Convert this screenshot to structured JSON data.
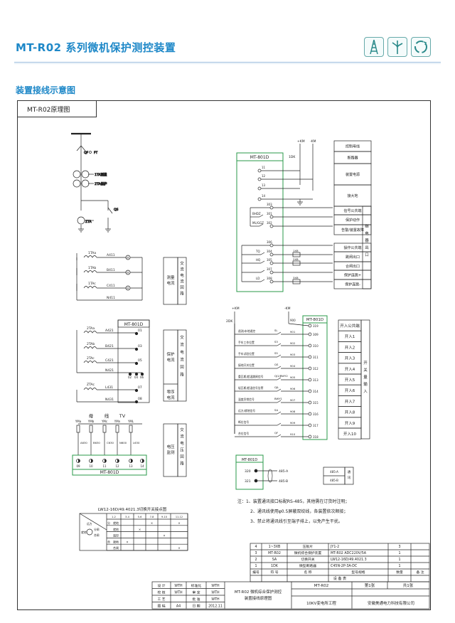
{
  "header": {
    "title": "MT-R02 系列微机保护测控装置",
    "section_title": "装置接线示意图",
    "icons": [
      "tower-icon",
      "wind-turbine-icon",
      "recycle-icon"
    ]
  },
  "diagram": {
    "frame_label": "MT-R02原理图",
    "left_labels": {
      "qf": "QF",
      "ft": "FT",
      "ta_meas": "1TA测量",
      "ta_prot": "2TA保护",
      "qs": "QS",
      "zta": "ZTA"
    },
    "measure_ct": {
      "ta": [
        "1TAa",
        "1TAb",
        "1TAc"
      ],
      "terms": [
        "A411",
        "B411",
        "C411",
        "N411"
      ]
    },
    "measure_box": {
      "left": "测量\n电流",
      "right": "交\n流\n电\n流\n回\n路"
    },
    "prot_ct": {
      "device": "MT-801D",
      "ta": [
        "2TAa",
        "2TAb",
        "2TAc",
        "ZTAc"
      ],
      "terms": [
        "A421",
        "B421",
        "C421",
        "N421",
        "L431",
        "N431"
      ],
      "pins": [
        "01",
        "03",
        "05",
        "02",
        "04",
        "06",
        "07",
        "08"
      ]
    },
    "prot_box": {
      "left1": "保护\n电流",
      "left2": "零序\n电流",
      "right": "交\n流\n电\n流\n回\n路"
    },
    "tv": {
      "title": [
        "母",
        "线",
        "TV"
      ],
      "fuses": [
        "YMa",
        "YMb",
        "YMc",
        "YMn",
        "YML"
      ],
      "terms": [
        "A630",
        "B630",
        "C630",
        "N600",
        "L630"
      ],
      "pins": [
        "09",
        "10",
        "11",
        "12",
        "13",
        "14"
      ],
      "device": "MT-801D"
    },
    "tv_box": {
      "left": "电压\n监测",
      "right": "交\n流\n电\n压\n回\n路"
    },
    "switch_table": {
      "title": "LW12-16D/49.4021.3切换开关接点图",
      "header": [
        "触点号",
        "1-2",
        "3-4",
        "5-6",
        "7-8",
        "9-10",
        "11-12"
      ],
      "rows": [
        [
          "分",
          "就地",
          "",
          "",
          "×",
          "",
          "×"
        ],
        [
          "",
          "就地",
          "",
          "×",
          "",
          "",
          ""
        ],
        [
          "",
          "遥控",
          "",
          "",
          "",
          "×",
          ""
        ],
        [
          "合",
          "就地",
          "×",
          "",
          "",
          "",
          ""
        ],
        [
          "",
          "合闸",
          "",
          "",
          "",
          "",
          "×"
        ]
      ],
      "knob_labels": [
        "远方",
        "就地",
        "分闸",
        "合闸"
      ]
    },
    "ctrl_section": {
      "device": "MT-801D",
      "plus_km": "+KM",
      "minus_km": "-KM",
      "rd": "1DK",
      "pins": [
        "11",
        "12",
        "13",
        "14",
        "303",
        "301",
        "302",
        "306",
        "304",
        "305",
        "307",
        "308"
      ],
      "labels": [
        "BHDZ",
        "ML/GGZ",
        "TQ",
        "HQ",
        "LD",
        "1XB",
        "2XB",
        "3XB"
      ]
    },
    "ctrl_legend": [
      "控制母线",
      "断路器",
      "装置电源",
      "接大地",
      "信号公共端",
      "保护动作",
      "告警/装置故障",
      "操作公共端",
      "跳闸出口",
      "合闸出口",
      "保护连跳+",
      "保护连跳-"
    ],
    "ctrl_legend_side": "继\n电\n器\n出\n口",
    "input_section": {
      "device": "MT-801D",
      "plus_km": "+KM",
      "minus_km": "-KM",
      "rd": "2DK",
      "rows": [
        {
          "label": "遥测/本地遥控",
          "sw": "SL",
          "pin": "901",
          "term": "309"
        },
        {
          "label": "手车工作位置",
          "sw": "S3",
          "pin": "902",
          "term": "310"
        },
        {
          "label": "手车试验位置",
          "sw": "S5",
          "pin": "903",
          "term": "311"
        },
        {
          "label": "接地开关位置",
          "sw": "QS",
          "pin": "904",
          "term": "312"
        },
        {
          "label": "重瓦斯/超温跳闸信号",
          "sw": "QJ1/BWY2",
          "pin": "905",
          "term": "313"
        },
        {
          "label": "轻瓦斯/超温信号告警",
          "sw": "QJL",
          "pin": "906",
          "term": "314"
        },
        {
          "label": "温度异常信号",
          "sw": "BWY1",
          "pin": "907",
          "term": "315"
        },
        {
          "label": "远方/就地信号",
          "sw": "SA",
          "pin": "908",
          "term": "316"
        },
        {
          "label": "断位信号",
          "sw": "",
          "pin": "909",
          "term": "317"
        },
        {
          "label": "合位信号",
          "sw": "QF",
          "pin": "910",
          "term": "318"
        }
      ],
      "common": {
        "pin": "900",
        "term": "319"
      }
    },
    "input_legend": [
      "开入公共端",
      "开入1",
      "开入2",
      "开入3",
      "开入4",
      "开入5",
      "开入6",
      "开入7",
      "开入8",
      "开入9",
      "开入10"
    ],
    "input_legend_side": "开\n关\n量\n输\n入",
    "comm": {
      "device": "MT-801D",
      "pins": [
        "320",
        "321"
      ],
      "terms": [
        "485-A",
        "485-B"
      ],
      "legend": [
        "485-A",
        "485-B"
      ],
      "side": "通\n讯"
    },
    "notes": [
      "注：1、装置通讯接口标配RS-485，其他需在订货时注明；",
      "2、通讯线使用φ0.5屏蔽双绞线，各装置依次顺接；",
      "3、禁止将通讯线引至端子排上，以免产生干扰。"
    ]
  },
  "bom": {
    "headers": [
      "编号",
      "符 号",
      "名 称",
      "型号规格",
      "数量",
      "备 注"
    ],
    "rows": [
      [
        "4",
        "1~3XB",
        "压板片",
        "JY1-2",
        "3",
        ""
      ],
      [
        "3",
        "MT-R02",
        "微机综合保护装置",
        "MT-R02    ADC220V/5A",
        "1",
        ""
      ],
      [
        "2",
        "SA",
        "切换开关",
        "LW12-16D/49.4021.3",
        "1",
        ""
      ],
      [
        "1",
        "1DK",
        "微型断路器",
        "C45N-2P-3A-DC",
        "1",
        ""
      ]
    ],
    "caption": "设 备 表"
  },
  "title_block": {
    "signs": [
      [
        "设 计",
        "WTH",
        "标准化",
        "WTH"
      ],
      [
        "校 核",
        "WTH",
        "审 定",
        "WTH"
      ],
      [
        "工 艺",
        "",
        "批 准",
        "WTH"
      ],
      [
        "图 幅",
        "A4",
        "日 期",
        "2012.11"
      ]
    ],
    "drawing_name": "MT-R02 微机综合保护测控\n装置接线原理图",
    "code": "MT-R02",
    "sheet": "第1张",
    "total": "共1张",
    "project": "10KV变电所工程",
    "company": "安徽美通电力科技有限公司"
  }
}
